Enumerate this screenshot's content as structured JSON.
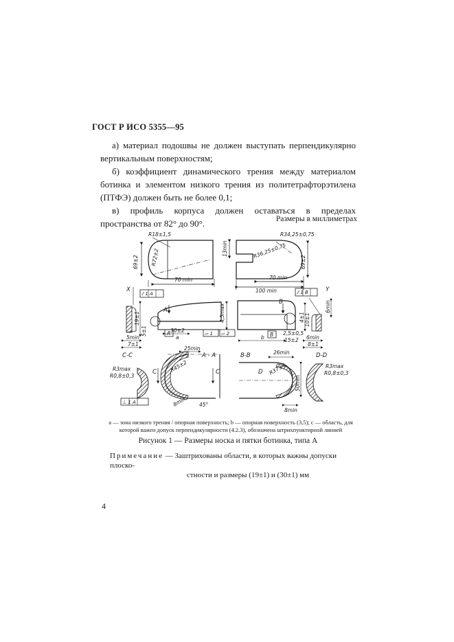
{
  "header": {
    "doc_id": "ГОСТ Р ИСО 5355—95"
  },
  "body": {
    "item_a": "а) материал подошвы не должен выступать перпендикулярно вертикальным поверхностям;",
    "item_b": "б) коэффициент динамического трения между материалом ботинка и элементом низкого трения из политетрафторэтилена (ПТФЭ) должен быть не более 0,1;",
    "item_c": "в) профиль корпуса должен оставаться в пределах пространства от 82° до 90°."
  },
  "units_note": "Размеры в миллиметрах",
  "figure_labels": {
    "r18": "R18±1,5",
    "r72": "R72±2",
    "w69a": "69±2",
    "d70a": "70 min",
    "h13": "13min",
    "r34": "R34,25±0,75",
    "r36": "R36,25±0,75",
    "w69b": "69±2",
    "d70b": "70 min",
    "d100": "100 min",
    "x_sym": "X",
    "a_sym": "A",
    "y_sym": "Y",
    "b_sym": "B",
    "a_box": "A",
    "b_box": "B",
    "tol_flat1": "▱ 1",
    "tol_flat2": "▱ 2",
    "frame_perp_a": "⫽ 1 A",
    "frame_perp_b": "⫽ 1 B",
    "frame_perp_c": "⊥ 1 A",
    "h4_5": "4,5max",
    "h6": "6min",
    "d19": "19±1",
    "d5": "5±1",
    "d30": "30±2",
    "d4": "4±1",
    "d10": "10±1",
    "d5min": "5min",
    "d7": "7±1",
    "d2_5": "2,5±0,5",
    "d15": "15±2",
    "d6min": "6min",
    "d8": "8±1",
    "lbl_a": "a",
    "lbl_b": "b",
    "sec_cc": "C-C",
    "sec_aa": "A - A",
    "sec_bb": "B-B",
    "sec_dd": "D-D",
    "r3a": "R3max",
    "r08a": "R0,8±0,3",
    "r3b": "R3max",
    "r08b": "R0,8±0,3",
    "w25": "25min",
    "r45": "R45±2",
    "c_left": "C",
    "c_right": "C",
    "d8min": "8min",
    "ang45": "45°",
    "w26": "26min",
    "r37": "R37±4",
    "h50": "50min",
    "d_sym": "D",
    "d8minb": "8min"
  },
  "legend": "a — зона низкого трения / опорная поверхность; b — опорная поверхность (3,5); c — область, для которой важен допуск перпендикулярности (4.2.3), обозначена штрихпунктирной линией",
  "caption": "Рисунок 1 — Размеры носка и пятки ботинка, типа А",
  "note": {
    "label": "Примечание",
    "text": " — Заштрихованы области, в которых важны допуски плоско-",
    "cont": "стности и размеры (19±1) и (30±1) мм"
  },
  "page_number": "4"
}
